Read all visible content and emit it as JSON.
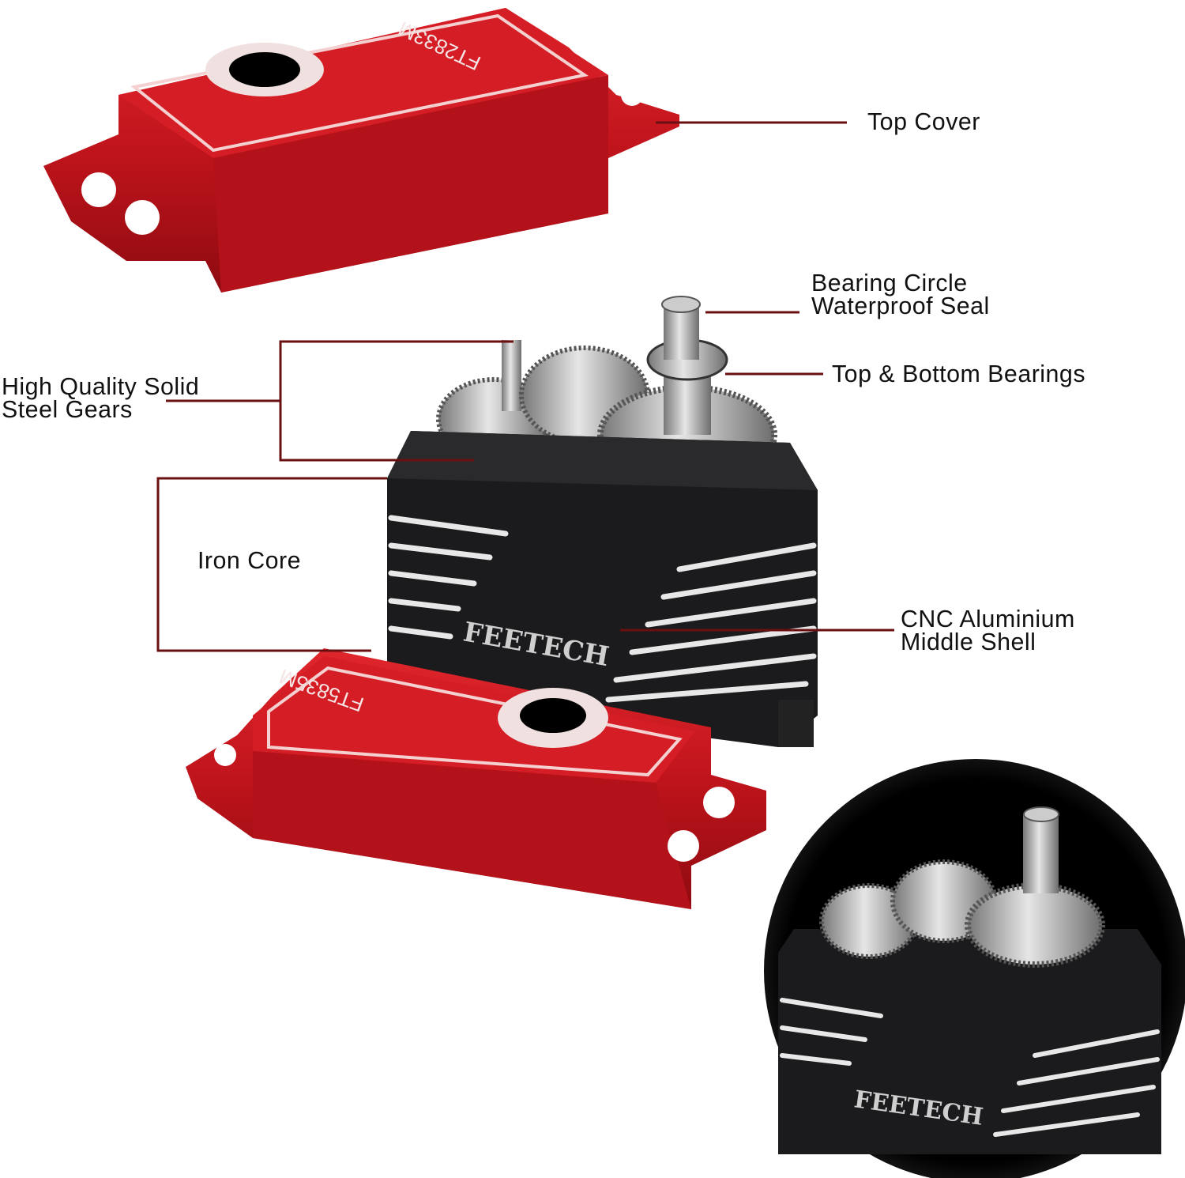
{
  "labels": {
    "top_cover": "Top Cover",
    "bearing_seal": [
      "Bearing Circle",
      "Waterproof Seal"
    ],
    "bearings": "Top & Bottom Bearings",
    "gears": [
      "High Quality Solid",
      "Steel Gears"
    ],
    "iron_core": "Iron Core",
    "middle_shell": [
      "CNC Aluminium",
      "Middle Shell"
    ]
  },
  "product": {
    "brand": "FEETECH",
    "top_cover_model": "FT2833M",
    "bottom_cover_model": "FT5835M"
  },
  "colors": {
    "cover_red": "#c0141c",
    "shell_black": "#1b1b1d",
    "leader_line": "#6b1010",
    "steel": "#b8b8b8"
  }
}
